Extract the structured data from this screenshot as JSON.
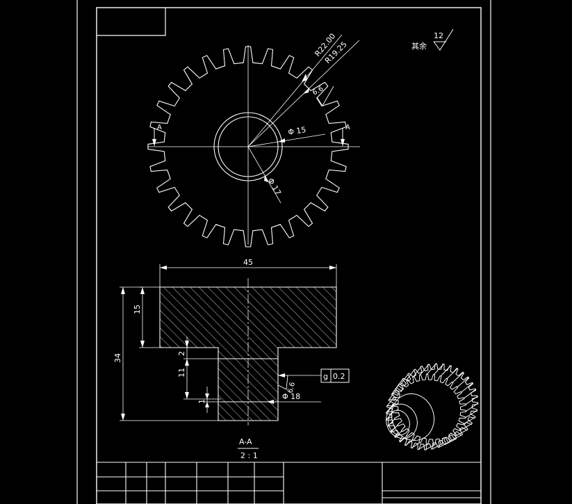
{
  "colors": {
    "background": "#000000",
    "line": "#ffffff"
  },
  "gear_view": {
    "radius_outer_label": "R22.00",
    "radius_pitch_label": "R19.25",
    "bore_label": "Φ 15",
    "keyway_label": "Φ 17",
    "roughness_label": "6.6",
    "section_mark": "A"
  },
  "surface_finish": {
    "rest_label": "其余",
    "value": "12"
  },
  "section_view": {
    "width_label": "45",
    "flange_height_label": "15",
    "total_height_label": "34",
    "step_label": "2",
    "hub_length_label": "11",
    "gap_label": "1",
    "hub_diameter_label": "Φ 18",
    "roughness_label": "6.6",
    "tolerance_symbol": "g",
    "tolerance_value": "0.2",
    "title_label": "A-A",
    "scale_label": "2 : 1"
  },
  "iso_view": {
    "icon": "gear-3d-icon"
  }
}
